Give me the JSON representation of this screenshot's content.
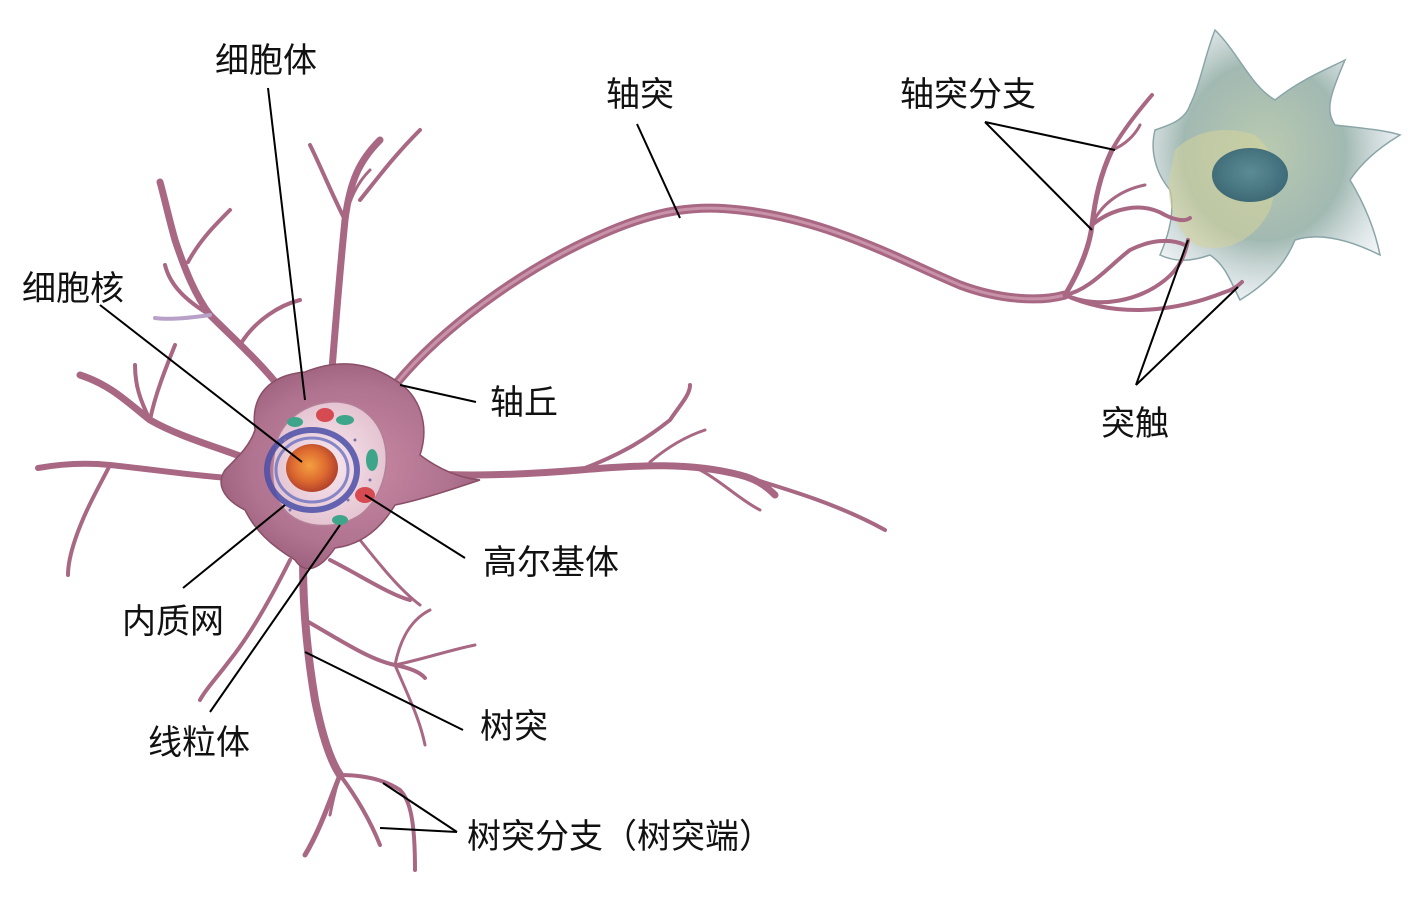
{
  "diagram": {
    "labels": {
      "soma": "细胞体",
      "axon": "轴突",
      "axon_terminals": "轴突分支",
      "nucleus": "细胞核",
      "axon_hillock": "轴丘",
      "synapse": "突触",
      "golgi": "高尔基体",
      "er": "内质网",
      "dendrite": "树突",
      "mitochondria": "线粒体",
      "dendrite_branches": "树突分支（树突端）"
    },
    "colors": {
      "neuron_body": "#b87a92",
      "neuron_edge": "#8a4e66",
      "neuron_highlight": "#d6a6ba",
      "bluish_tint": "#a7b6d8",
      "nucleus_core": "#e07a32",
      "nucleus_envelope": "#4a4fa8",
      "mitochondria": "#3fa58a",
      "golgi": "#d64a52",
      "target_cell": "#9fb6b0",
      "target_cell_yellow": "#d9d7a0",
      "target_nucleus": "#3d6f80",
      "leader_line": "#000000",
      "text": "#111111"
    }
  }
}
